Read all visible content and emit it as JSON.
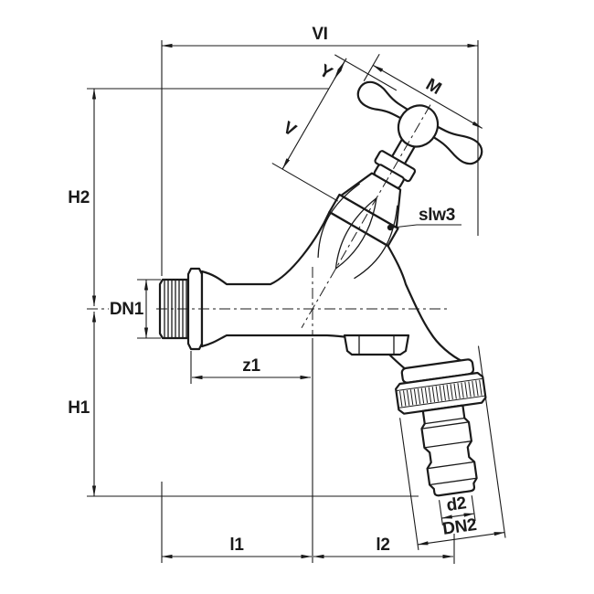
{
  "figure": {
    "description": "Technical outline drawing of a bib tap (garden faucet) with T-handle and a hose-union outlet, annotated with dimension lines"
  },
  "dims": {
    "overall_length": "VI",
    "handle_width": "M",
    "handle_clearance": "Y",
    "bonnet_height": "V",
    "upper_height": "H2",
    "lower_height": "H1",
    "wrench_size": "slw3",
    "inlet_thread": "DN1",
    "inlet_projection": "z1",
    "left_length": "l1",
    "right_length": "l2",
    "nozzle_diameter": "d2",
    "union_thread": "DN2"
  },
  "colors": {
    "line": "#1a1a1a",
    "background": "#ffffff"
  }
}
